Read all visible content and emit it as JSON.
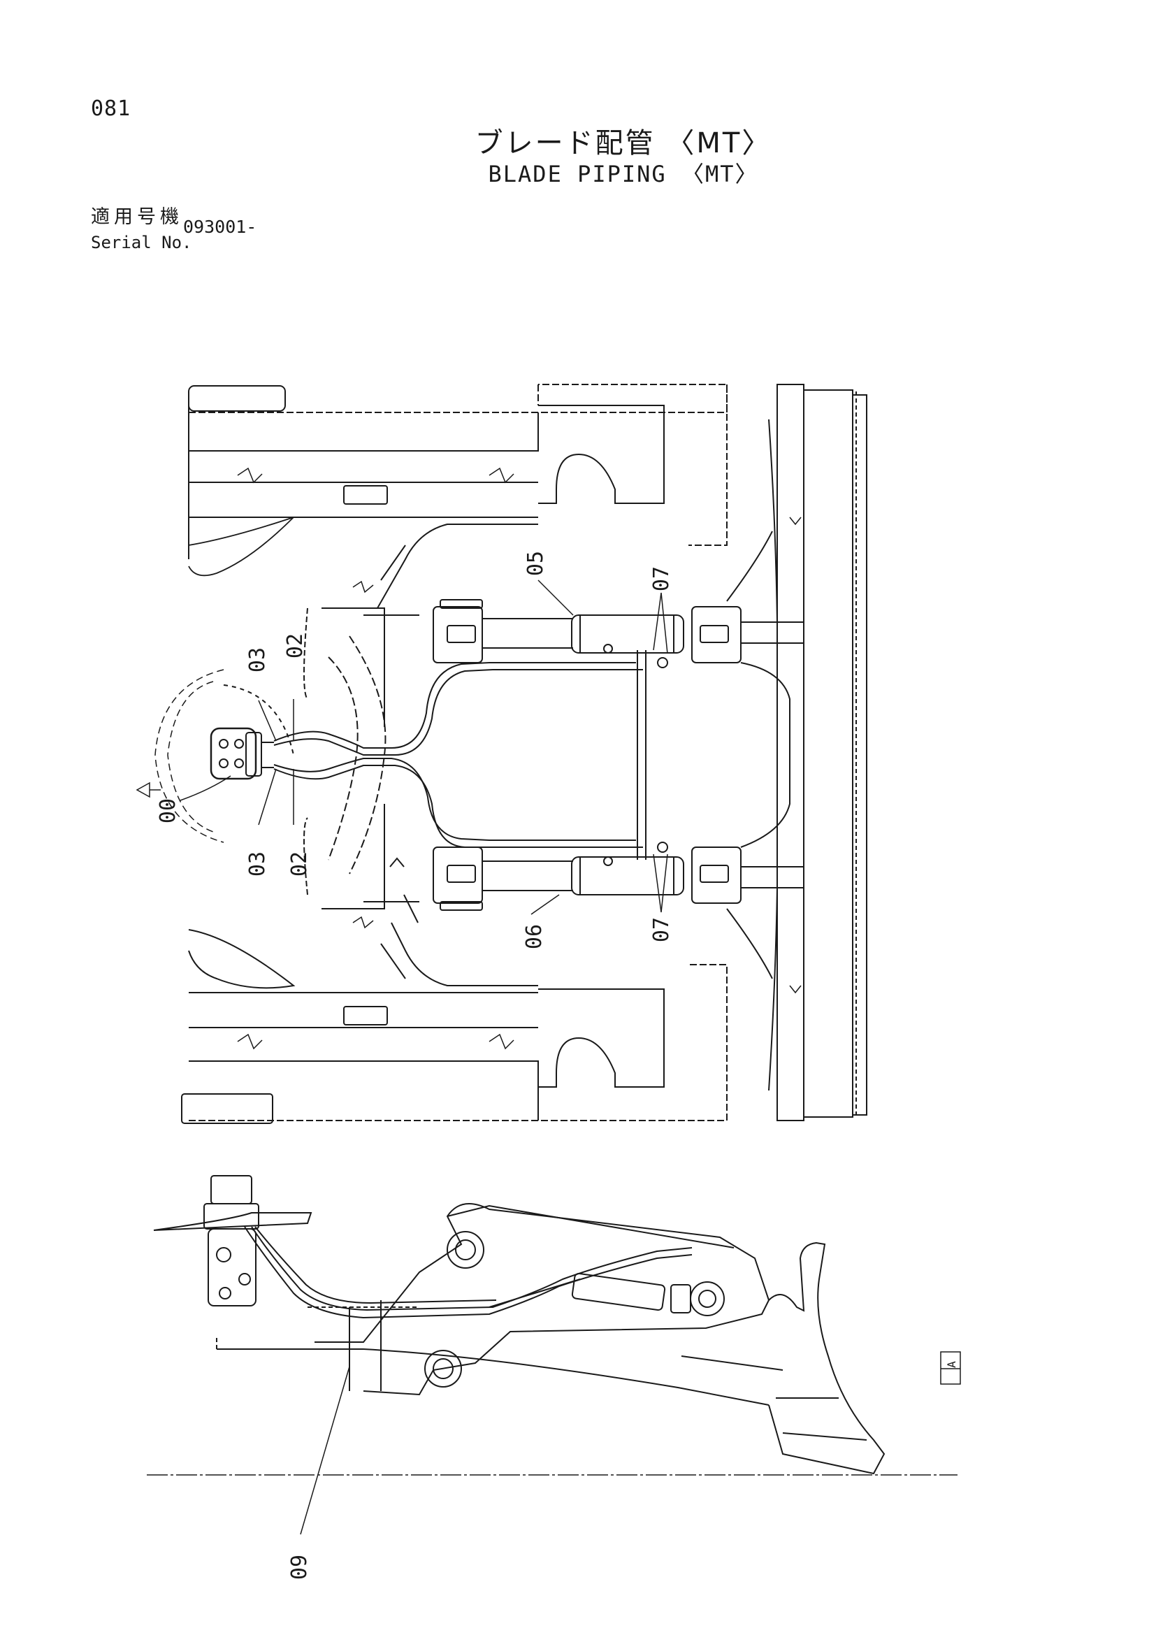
{
  "page_number": "081",
  "title_jp": "ブレード配管 〈MT〉",
  "title_en": "BLADE PIPING 〈MT〉",
  "serial": {
    "label_jp": "適用号機",
    "label_en": "Serial No.",
    "value": "093001-"
  },
  "callouts": {
    "c00": "00",
    "c02a": "02",
    "c02b": "02",
    "c03a": "03",
    "c03b": "03",
    "c05": "05",
    "c06": "06",
    "c07a": "07",
    "c07b": "07",
    "c09": "09"
  },
  "stamp_text": "A"
}
